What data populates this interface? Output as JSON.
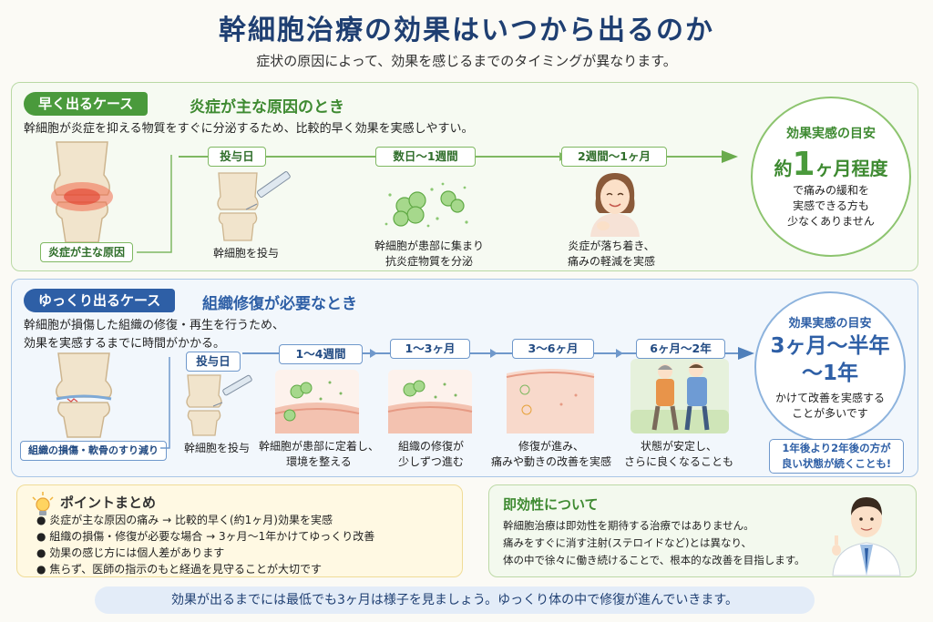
{
  "title": "幹細胞治療の効果はいつから出るのか",
  "subtitle": "症状の原因によって、効果を感じるまでのタイミングが異なります。",
  "colors": {
    "navy": "#1f3f72",
    "green": "#4a9a3c",
    "blue": "#2e5fa6",
    "orange": "#e8a23a"
  },
  "early": {
    "tag": "早く出るケース",
    "heading": "炎症が主な原因のとき",
    "description": "幹細胞が炎症を抑える物質をすぐに分泌するため、比較的早く効果を実感しやすい。",
    "cause_label": "炎症が主な原因",
    "stages": [
      {
        "label": "投与日",
        "caption1": "幹細胞を投与",
        "caption2": ""
      },
      {
        "label": "数日〜1週間",
        "caption1": "幹細胞が患部に集まり",
        "caption2": "抗炎症物質を分泌"
      },
      {
        "label": "2週間〜1ヶ月",
        "caption1": "炎症が落ち着き、",
        "caption2": "痛みの軽減を実感"
      }
    ],
    "result": {
      "heading": "効果実感の目安",
      "prefix": "約",
      "number": "1",
      "suffix": "ヶ月程度",
      "note1": "で痛みの緩和を",
      "note2": "実感できる方も",
      "note3": "少なくありません"
    }
  },
  "slow": {
    "tag": "ゆっくり出るケース",
    "heading": "組織修復が必要なとき",
    "description1": "幹細胞が損傷した組織の修復・再生を行うため、",
    "description2": "効果を実感するまでに時間がかかる。",
    "cause_label": "組織の損傷・軟骨のすり減り",
    "stages": [
      {
        "label": "投与日",
        "caption1": "幹細胞を投与",
        "caption2": ""
      },
      {
        "label": "1〜4週間",
        "caption1": "幹細胞が患部に定着し、",
        "caption2": "環境を整える"
      },
      {
        "label": "1〜3ヶ月",
        "caption1": "組織の修復が",
        "caption2": "少しずつ進む"
      },
      {
        "label": "3〜6ヶ月",
        "caption1": "修復が進み、",
        "caption2": "痛みや動きの改善を実感"
      },
      {
        "label": "6ヶ月〜2年",
        "caption1": "状態が安定し、",
        "caption2": "さらに良くなることも"
      }
    ],
    "result": {
      "heading": "効果実感の目安",
      "line1": "3ヶ月〜半年",
      "line2": "〜1年",
      "note1": "かけて改善を実感する",
      "note2": "ことが多いです"
    },
    "badge1": "1年後より2年後の方が",
    "badge2": "良い状態が続くことも!"
  },
  "points": {
    "heading": "ポイントまとめ",
    "items": [
      "炎症が主な原因の痛み → 比較的早く(約1ヶ月)効果を実感",
      "組織の損傷・修復が必要な場合 → 3ヶ月〜1年かけてゆっくり改善",
      "効果の感じ方には個人差があります",
      "焦らず、医師の指示のもと経過を見守ることが大切です"
    ]
  },
  "immediate": {
    "heading": "即効性について",
    "line1": "幹細胞治療は即効性を期待する治療ではありません。",
    "line2": "痛みをすぐに消す注射(ステロイドなど)とは異なり、",
    "line3": "体の中で徐々に働き続けることで、根本的な改善を目指します。"
  },
  "footer": "効果が出るまでには最低でも3ヶ月は様子を見ましょう。ゆっくり体の中で修復が進んでいきます。"
}
